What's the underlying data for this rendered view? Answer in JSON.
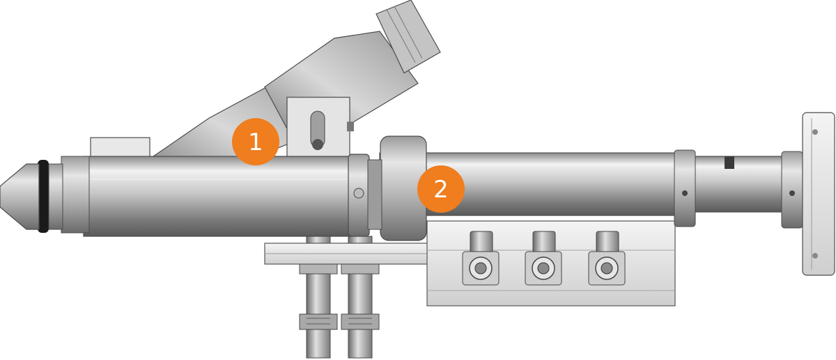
{
  "callouts": [
    {
      "label": "1"
    },
    {
      "label": "2"
    }
  ],
  "colors": {
    "callout": "#f07d1e",
    "callout_text": "#ffffff",
    "metal_light": "#e2e2e2",
    "metal_mid": "#b8b8b8",
    "metal_dark": "#6e6e6e",
    "outline": "#4a4a4a",
    "seal_ring": "#1a1a1a"
  },
  "components": [
    "nozzle-tip",
    "o-ring",
    "nozzle-body",
    "inlet-branch",
    "side-port",
    "clamp-ring",
    "main-cylinder",
    "end-flange",
    "valve-manifold-block",
    "valve-fittings",
    "mounting-bracket",
    "sensor-rods"
  ]
}
